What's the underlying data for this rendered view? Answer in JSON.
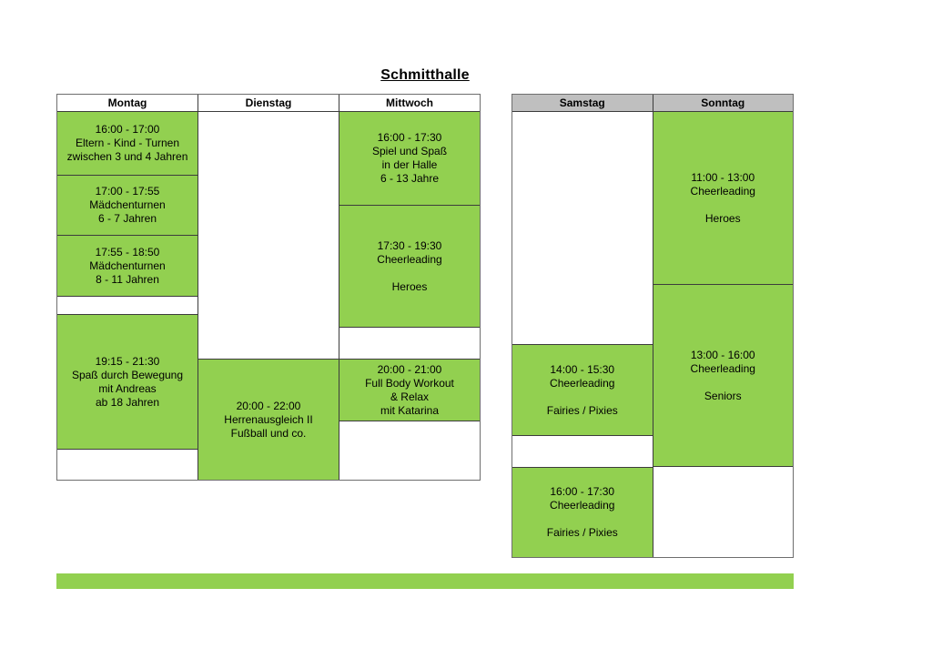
{
  "title": "Schmitthalle",
  "colors": {
    "event_green": "#92d050",
    "weekend_header_gray": "#bfbfbf",
    "text": "#000000"
  },
  "schedule": {
    "montag": {
      "label": "Montag",
      "events": [
        "16:00 - 17:00\nEltern - Kind - Turnen\nzwischen 3 und 4 Jahren",
        "17:00 - 17:55\nMädchenturnen\n6 - 7 Jahren",
        "17:55 - 18:50\nMädchenturnen\n8 - 11 Jahren",
        "19:15 - 21:30\nSpaß durch Bewegung\nmit Andreas\nab 18 Jahren"
      ]
    },
    "dienstag": {
      "label": "Dienstag",
      "events": [
        "20:00 - 22:00\nHerrenausgleich II\nFußball und co."
      ]
    },
    "mittwoch": {
      "label": "Mittwoch",
      "events": [
        "16:00 - 17:30\nSpiel und Spaß\nin der Halle\n6 - 13 Jahre",
        "17:30 - 19:30\nCheerleading\n\nHeroes",
        "20:00 - 21:00\nFull Body Workout\n& Relax\nmit Katarina"
      ]
    },
    "samstag": {
      "label": "Samstag",
      "events": [
        "14:00 - 15:30\nCheerleading\n\nFairies / Pixies",
        "16:00 - 17:30\nCheerleading\n\nFairies / Pixies"
      ]
    },
    "sonntag": {
      "label": "Sonntag",
      "events": [
        "11:00 - 13:00\nCheerleading\n\nHeroes",
        "13:00 - 16:00\nCheerleading\n\nSeniors"
      ]
    }
  }
}
